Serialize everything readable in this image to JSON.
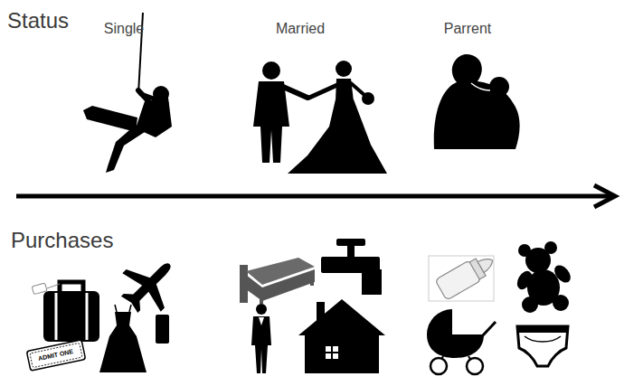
{
  "diagram": {
    "labels": [
      "Status",
      "Single",
      "Married",
      "Parrent",
      "Purchases",
      "ADMIT ONE"
    ]
  }
}
